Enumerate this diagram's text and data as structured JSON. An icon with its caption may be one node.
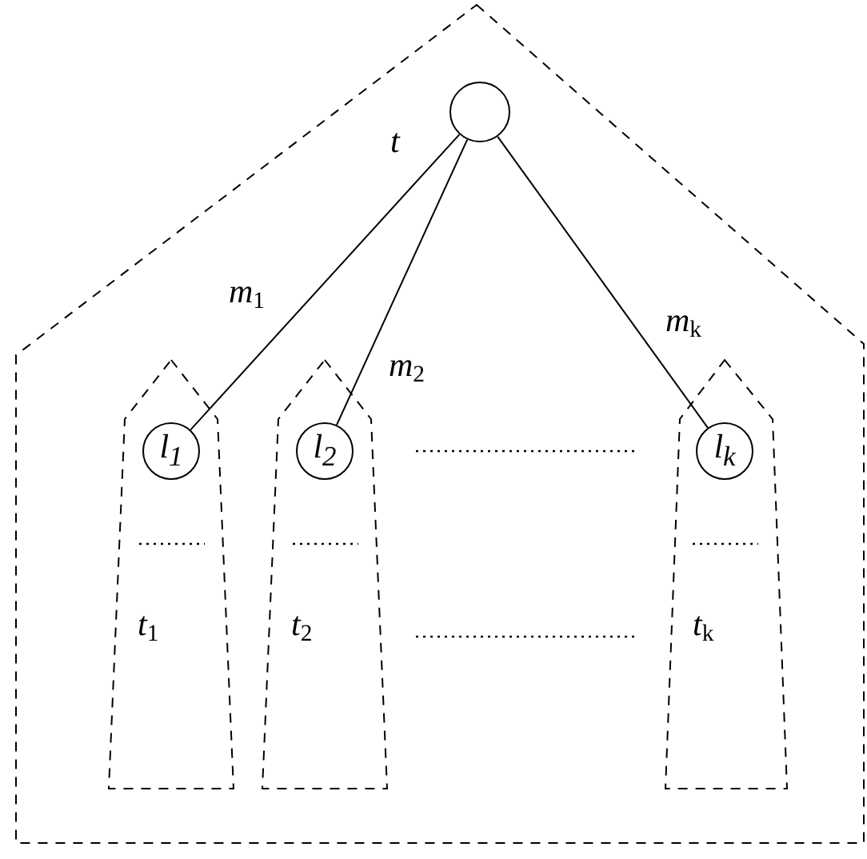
{
  "diagram": {
    "nodes": [
      {
        "text": [
          "t"
        ]
      },
      {
        "text": [],
        "shape": "circle",
        "in": 0
      },
      {
        "text": [
          "t$_{1}$"
        ],
        "in": 0
      },
      {
        "text": [
          "l$_{1}$"
        ],
        "in": 2
      },
      {
        "text": [
          "t$_{2}$"
        ],
        "in": 0
      },
      {
        "text": [
          "l$_{2}$"
        ],
        "in": 4
      },
      {
        "text": [
          "t$_{k}$"
        ],
        "in": 0
      },
      {
        "text": [
          "l$_{k}$"
        ],
        "in": 6
      }
    ],
    "edges": [
      {
        "from": 1,
        "to": 3,
        "arrow": "none",
        "label": "m$_{1}$"
      },
      {
        "from": 1,
        "to": 5,
        "arrow": "none",
        "label": "m$_{2}$"
      },
      {
        "from": 1,
        "to": 7,
        "arrow": "none",
        "label": "m$_{k}$"
      }
    ]
  }
}
